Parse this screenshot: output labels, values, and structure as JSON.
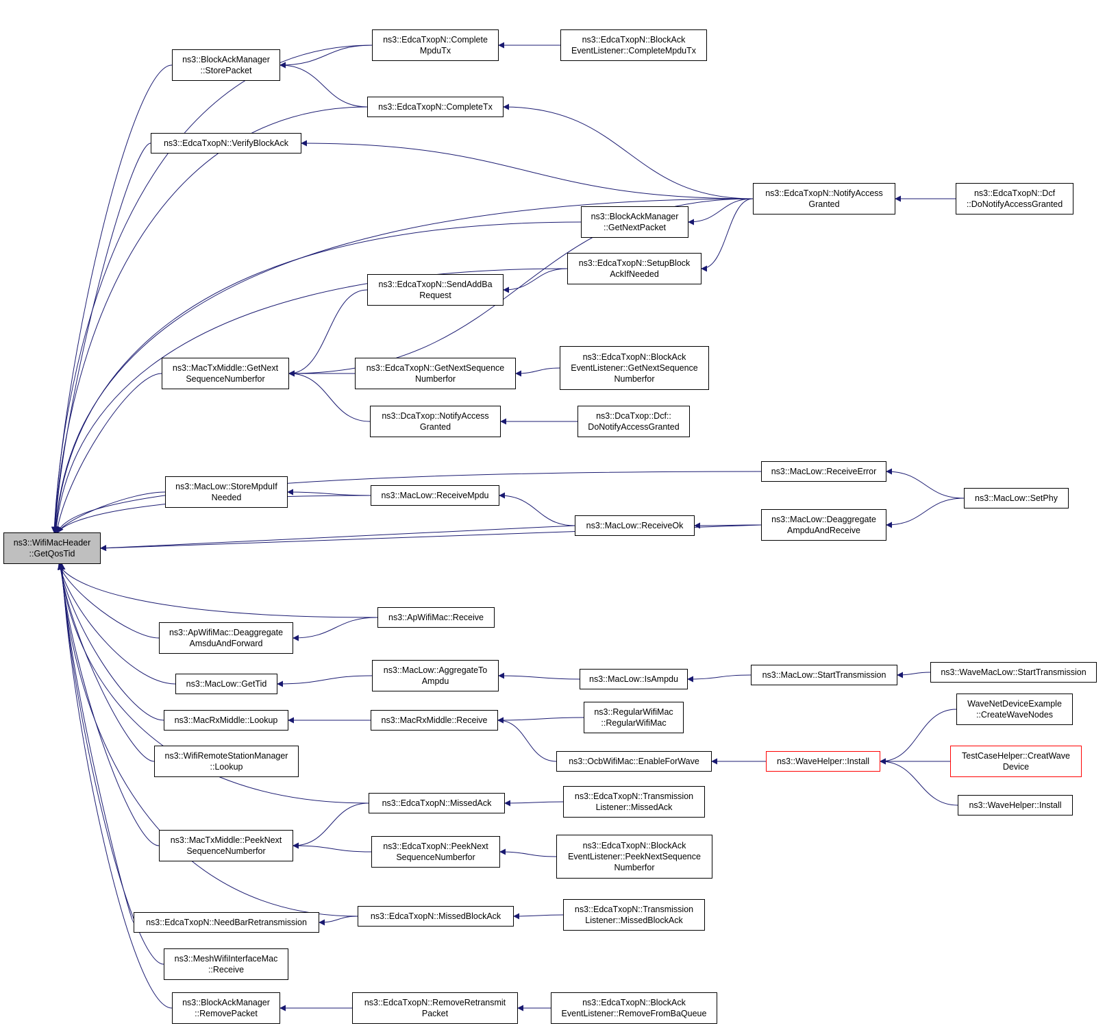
{
  "graph": {
    "edge_color": "#191970",
    "root_fill": "#bfbfbf",
    "highlight_border": "#ff0000",
    "nodes": [
      {
        "id": "root",
        "lines": [
          "ns3::WifiMacHeader",
          "::GetQosTid"
        ],
        "style": "root"
      },
      {
        "id": "bam_store",
        "lines": [
          "ns3::BlockAckManager",
          "::StorePacket"
        ]
      },
      {
        "id": "edca_complete_mpdu",
        "lines": [
          "ns3::EdcaTxopN::Complete",
          "MpduTx"
        ]
      },
      {
        "id": "bael_complete_mpdu",
        "lines": [
          "ns3::EdcaTxopN::BlockAck",
          "EventListener::CompleteMpduTx"
        ]
      },
      {
        "id": "edca_complete_tx",
        "lines": [
          "ns3::EdcaTxopN::CompleteTx"
        ]
      },
      {
        "id": "edca_verify",
        "lines": [
          "ns3::EdcaTxopN::VerifyBlockAck"
        ]
      },
      {
        "id": "edca_notify",
        "lines": [
          "ns3::EdcaTxopN::NotifyAccess",
          "Granted"
        ]
      },
      {
        "id": "edca_dcf_notify",
        "lines": [
          "ns3::EdcaTxopN::Dcf",
          "::DoNotifyAccessGranted"
        ]
      },
      {
        "id": "bam_getnext",
        "lines": [
          "ns3::BlockAckManager",
          "::GetNextPacket"
        ]
      },
      {
        "id": "edca_setup",
        "lines": [
          "ns3::EdcaTxopN::SetupBlock",
          "AckIfNeeded"
        ]
      },
      {
        "id": "edca_sendaddba",
        "lines": [
          "ns3::EdcaTxopN::SendAddBa",
          "Request"
        ]
      },
      {
        "id": "mtm_getnext",
        "lines": [
          "ns3::MacTxMiddle::GetNext",
          "SequenceNumberfor"
        ]
      },
      {
        "id": "edca_getnextseq",
        "lines": [
          "ns3::EdcaTxopN::GetNextSequence",
          "Numberfor"
        ]
      },
      {
        "id": "bael_getnextseq",
        "lines": [
          "ns3::EdcaTxopN::BlockAck",
          "EventListener::GetNextSequence",
          "Numberfor"
        ]
      },
      {
        "id": "dca_notify",
        "lines": [
          "ns3::DcaTxop::NotifyAccess",
          "Granted"
        ]
      },
      {
        "id": "dca_dcf_notify",
        "lines": [
          "ns3::DcaTxop::Dcf::",
          "DoNotifyAccessGranted"
        ]
      },
      {
        "id": "ml_recverr",
        "lines": [
          "ns3::MacLow::ReceiveError"
        ]
      },
      {
        "id": "ml_setphy",
        "lines": [
          "ns3::MacLow::SetPhy"
        ]
      },
      {
        "id": "ml_storempdu",
        "lines": [
          "ns3::MacLow::StoreMpduIf",
          "Needed"
        ]
      },
      {
        "id": "ml_recvmpdu",
        "lines": [
          "ns3::MacLow::ReceiveMpdu"
        ]
      },
      {
        "id": "ml_recvok",
        "lines": [
          "ns3::MacLow::ReceiveOk"
        ]
      },
      {
        "id": "ml_deagg",
        "lines": [
          "ns3::MacLow::Deaggregate",
          "AmpduAndReceive"
        ]
      },
      {
        "id": "ap_recv",
        "lines": [
          "ns3::ApWifiMac::Receive"
        ]
      },
      {
        "id": "ap_deagg",
        "lines": [
          "ns3::ApWifiMac::Deaggregate",
          "AmsduAndForward"
        ]
      },
      {
        "id": "ml_gettid",
        "lines": [
          "ns3::MacLow::GetTid"
        ]
      },
      {
        "id": "ml_aggto",
        "lines": [
          "ns3::MacLow::AggregateTo",
          "Ampdu"
        ]
      },
      {
        "id": "ml_isampdu",
        "lines": [
          "ns3::MacLow::IsAmpdu"
        ]
      },
      {
        "id": "ml_starttx",
        "lines": [
          "ns3::MacLow::StartTransmission"
        ]
      },
      {
        "id": "wml_starttx",
        "lines": [
          "ns3::WaveMacLow::StartTransmission"
        ]
      },
      {
        "id": "mrm_lookup",
        "lines": [
          "ns3::MacRxMiddle::Lookup"
        ]
      },
      {
        "id": "mrm_recv",
        "lines": [
          "ns3::MacRxMiddle::Receive"
        ]
      },
      {
        "id": "reg_wifimac",
        "lines": [
          "ns3::RegularWifiMac",
          "::RegularWifiMac"
        ]
      },
      {
        "id": "wrsm_lookup",
        "lines": [
          "ns3::WifiRemoteStationManager",
          "::Lookup"
        ]
      },
      {
        "id": "ocb_enable",
        "lines": [
          "ns3::OcbWifiMac::EnableForWave"
        ]
      },
      {
        "id": "wh_install",
        "lines": [
          "ns3::WaveHelper::Install"
        ],
        "style": "red"
      },
      {
        "id": "wnde_create",
        "lines": [
          "WaveNetDeviceExample",
          "::CreateWaveNodes"
        ]
      },
      {
        "id": "tch_creat",
        "lines": [
          "TestCaseHelper::CreatWave",
          "Device"
        ],
        "style": "red"
      },
      {
        "id": "wh_install2",
        "lines": [
          "ns3::WaveHelper::Install"
        ]
      },
      {
        "id": "edca_missedack",
        "lines": [
          "ns3::EdcaTxopN::MissedAck"
        ]
      },
      {
        "id": "tl_missedack",
        "lines": [
          "ns3::EdcaTxopN::Transmission",
          "Listener::MissedAck"
        ]
      },
      {
        "id": "mtm_peeknext",
        "lines": [
          "ns3::MacTxMiddle::PeekNext",
          "SequenceNumberfor"
        ]
      },
      {
        "id": "edca_peeknext",
        "lines": [
          "ns3::EdcaTxopN::PeekNext",
          "SequenceNumberfor"
        ]
      },
      {
        "id": "bael_peeknext",
        "lines": [
          "ns3::EdcaTxopN::BlockAck",
          "EventListener::PeekNextSequence",
          "Numberfor"
        ]
      },
      {
        "id": "edca_needbar",
        "lines": [
          "ns3::EdcaTxopN::NeedBarRetransmission"
        ]
      },
      {
        "id": "edca_missedba",
        "lines": [
          "ns3::EdcaTxopN::MissedBlockAck"
        ]
      },
      {
        "id": "tl_missedba",
        "lines": [
          "ns3::EdcaTxopN::Transmission",
          "Listener::MissedBlockAck"
        ]
      },
      {
        "id": "mesh_recv",
        "lines": [
          "ns3::MeshWifiInterfaceMac",
          "::Receive"
        ]
      },
      {
        "id": "bam_remove",
        "lines": [
          "ns3::BlockAckManager",
          "::RemovePacket"
        ]
      },
      {
        "id": "edca_removeretx",
        "lines": [
          "ns3::EdcaTxopN::RemoveRetransmit",
          "Packet"
        ]
      },
      {
        "id": "bael_removeba",
        "lines": [
          "ns3::EdcaTxopN::BlockAck",
          "EventListener::RemoveFromBaQueue"
        ]
      }
    ],
    "edges": [
      [
        "edca_complete_mpdu",
        "root"
      ],
      [
        "bam_store",
        "root"
      ],
      [
        "edca_complete_tx",
        "root"
      ],
      [
        "edca_verify",
        "root"
      ],
      [
        "edca_notify",
        "root"
      ],
      [
        "bam_getnext",
        "root"
      ],
      [
        "edca_setup",
        "root"
      ],
      [
        "mtm_getnext",
        "root"
      ],
      [
        "ml_recverr",
        "root"
      ],
      [
        "ml_recvmpdu",
        "root"
      ],
      [
        "ml_storempdu",
        "root"
      ],
      [
        "ml_recvok",
        "root"
      ],
      [
        "ml_deagg",
        "root"
      ],
      [
        "ap_recv",
        "root"
      ],
      [
        "ap_deagg",
        "root"
      ],
      [
        "ml_gettid",
        "root"
      ],
      [
        "mrm_lookup",
        "root"
      ],
      [
        "wrsm_lookup",
        "root"
      ],
      [
        "edca_missedack",
        "root"
      ],
      [
        "mtm_peeknext",
        "root"
      ],
      [
        "edca_missedba",
        "root"
      ],
      [
        "edca_needbar",
        "root"
      ],
      [
        "mesh_recv",
        "root"
      ],
      [
        "bam_remove",
        "root"
      ],
      [
        "edca_complete_mpdu",
        "bam_store"
      ],
      [
        "edca_complete_tx",
        "bam_store"
      ],
      [
        "bael_complete_mpdu",
        "edca_complete_mpdu"
      ],
      [
        "edca_notify",
        "edca_complete_tx"
      ],
      [
        "edca_notify",
        "edca_verify"
      ],
      [
        "edca_dcf_notify",
        "edca_notify"
      ],
      [
        "edca_notify",
        "bam_getnext"
      ],
      [
        "edca_notify",
        "edca_setup"
      ],
      [
        "edca_setup",
        "edca_sendaddba"
      ],
      [
        "edca_sendaddba",
        "mtm_getnext"
      ],
      [
        "edca_notify",
        "mtm_getnext"
      ],
      [
        "edca_getnextseq",
        "mtm_getnext"
      ],
      [
        "dca_notify",
        "mtm_getnext"
      ],
      [
        "bael_getnextseq",
        "edca_getnextseq"
      ],
      [
        "dca_dcf_notify",
        "dca_notify"
      ],
      [
        "ml_setphy",
        "ml_recverr"
      ],
      [
        "ml_setphy",
        "ml_deagg"
      ],
      [
        "ml_recvmpdu",
        "ml_storempdu"
      ],
      [
        "ml_recvok",
        "ml_recvmpdu"
      ],
      [
        "ml_deagg",
        "ml_recvok"
      ],
      [
        "ap_recv",
        "ap_deagg"
      ],
      [
        "ml_aggto",
        "ml_gettid"
      ],
      [
        "ml_isampdu",
        "ml_aggto"
      ],
      [
        "ml_starttx",
        "ml_isampdu"
      ],
      [
        "wml_starttx",
        "ml_starttx"
      ],
      [
        "mrm_recv",
        "mrm_lookup"
      ],
      [
        "reg_wifimac",
        "mrm_recv"
      ],
      [
        "ocb_enable",
        "mrm_recv"
      ],
      [
        "wh_install",
        "ocb_enable"
      ],
      [
        "wnde_create",
        "wh_install"
      ],
      [
        "tch_creat",
        "wh_install"
      ],
      [
        "wh_install2",
        "wh_install"
      ],
      [
        "tl_missedack",
        "edca_missedack"
      ],
      [
        "edca_missedack",
        "mtm_peeknext"
      ],
      [
        "edca_peeknext",
        "mtm_peeknext"
      ],
      [
        "bael_peeknext",
        "edca_peeknext"
      ],
      [
        "edca_missedba",
        "edca_needbar"
      ],
      [
        "tl_missedba",
        "edca_missedba"
      ],
      [
        "edca_removeretx",
        "bam_remove"
      ],
      [
        "bael_removeba",
        "edca_removeretx"
      ]
    ]
  }
}
